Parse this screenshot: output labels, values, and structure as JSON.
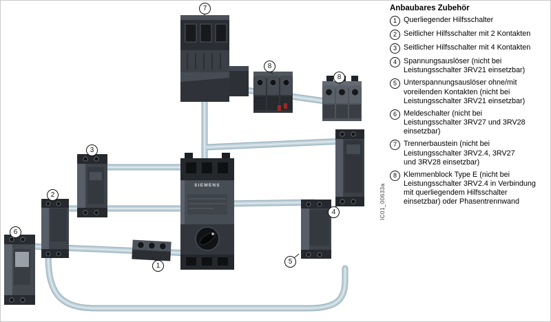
{
  "legend": {
    "title": "Anbaubares Zubehör",
    "items": [
      {
        "num": "1",
        "text": "Querliegender Hilfsschalter"
      },
      {
        "num": "2",
        "text": "Seitlicher Hilfsschalter mit 2 Kontakten"
      },
      {
        "num": "3",
        "text": "Seitlicher Hilfsschalter mit 4 Kontakten"
      },
      {
        "num": "4",
        "text": "Spannungsauslöser (nicht bei\nLeistungsschalter 3RV21 einsetzbar)"
      },
      {
        "num": "5",
        "text": "Unterspannungsauslöser ohne/mit\nvoreilenden Kontakten (nicht bei\nLeistungsschalter 3RV21 einsetzbar)"
      },
      {
        "num": "6",
        "text": "Meldeschalter (nicht bei\nLeistungsschalter 3RV27 und 3RV28\neinsetzbar)"
      },
      {
        "num": "7",
        "text": "Trennerbaustein (nicht bei\nLeistungsschalter 3RV2.4, 3RV27\nund 3RV28 einsetzbar)"
      },
      {
        "num": "8",
        "text": "Klemmenblock Type E (nicht bei\nLeistungsschalter 3RV2.4 in Verbindung\nmit querliegendem Hilfsschalter\neinsetzbar) oder Phasentrennwand"
      }
    ]
  },
  "diagram": {
    "callouts": [
      "7",
      "8",
      "8",
      "3",
      "2",
      "6",
      "1",
      "4",
      "5"
    ],
    "breaker_label": "SIEMENS",
    "figure_id": "IC01_00633a",
    "colors": {
      "pipe": "#b7ccd5",
      "component_body": "#3c4046",
      "accent_red": "#962d24"
    }
  }
}
